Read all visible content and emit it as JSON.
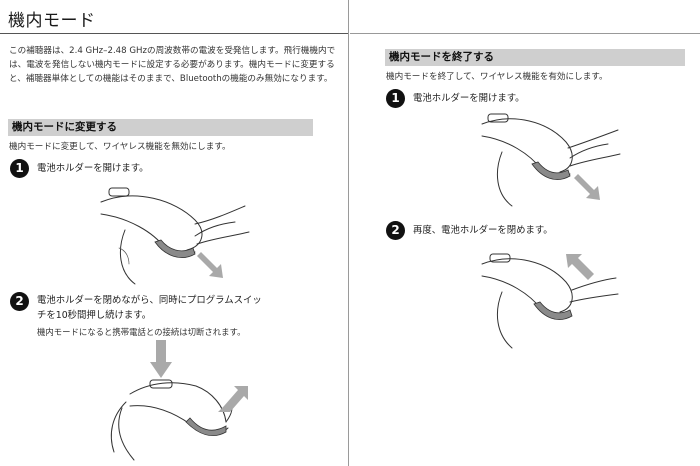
{
  "page": {
    "title": "機内モード",
    "intro": "この補聴器は、2.4 GHz–2.48 GHzの周波数帯の電波を受発信します。飛行機機内では、電波を発信しない機内モードに設定する必要があります。機内モードに変更すると、補聴器単体としての機能はそのままで、Bluetoothの機能のみ無効になります。"
  },
  "enable_section": {
    "heading": "機内モードに変更する",
    "description": "機内モードに変更して、ワイヤレス機能を無効にします。",
    "steps": [
      {
        "number": "1",
        "text": "電池ホルダーを開けます。"
      },
      {
        "number": "2",
        "text_line1": "電池ホルダーを閉めながら、同時にプログラムスイッ",
        "text_line2": "チを10秒間押し続けます。",
        "note": "機内モードになると携帯電話との接続は切断されます。"
      }
    ]
  },
  "disable_section": {
    "heading": "機内モードを終了する",
    "description": "機内モードを終了して、ワイヤレス機能を有効にします。",
    "steps": [
      {
        "number": "1",
        "text": "電池ホルダーを開けます。"
      },
      {
        "number": "2",
        "text": "再度、電池ホルダーを閉めます。"
      }
    ]
  },
  "icons": {
    "illustration_1": "hearing-aid-open-holder-illustration",
    "illustration_2": "hearing-aid-press-switch-illustration",
    "arrow_color": "#a9a9a9"
  }
}
